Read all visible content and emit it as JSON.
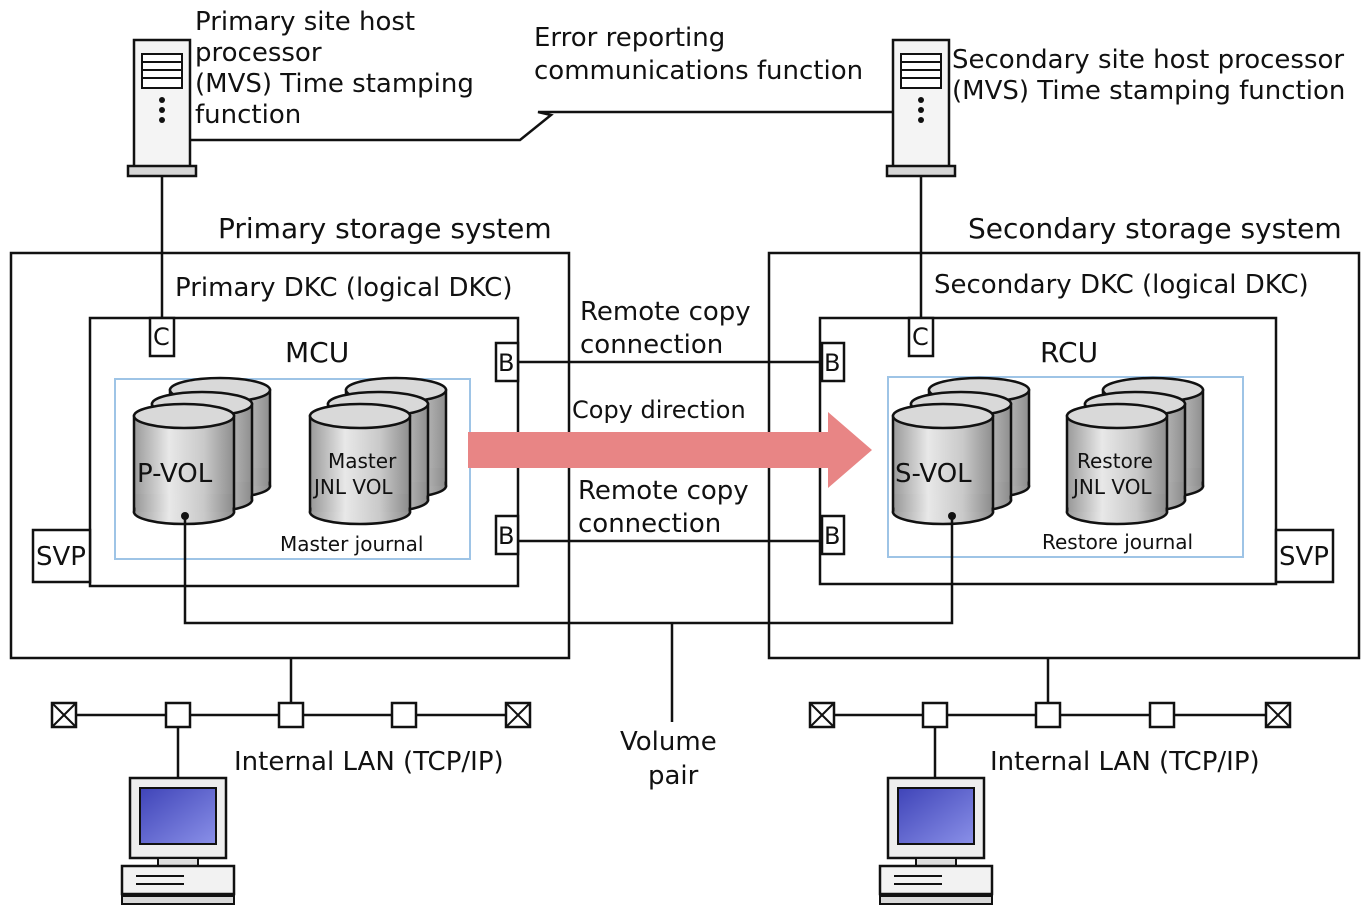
{
  "hosts": {
    "primary": [
      "Primary site host",
      "processor",
      "(MVS) Time stamping",
      "function"
    ],
    "secondary": [
      "Secondary site host processor",
      "(MVS) Time stamping function"
    ]
  },
  "error_reporting": [
    "Error reporting",
    "communications function"
  ],
  "systems": {
    "primary_title": "Primary storage system",
    "secondary_title": "Secondary storage system",
    "primary_dkc": "Primary DKC (logical DKC)",
    "secondary_dkc": "Secondary DKC (logical DKC)",
    "mcu": "MCU",
    "rcu": "RCU",
    "svp": "SVP"
  },
  "volumes": {
    "pvol": "P-VOL",
    "svol": "S-VOL",
    "master_jnl": [
      "Master",
      "JNL VOL"
    ],
    "restore_jnl": [
      "Restore",
      "JNL VOL"
    ],
    "master_journal": "Master journal",
    "restore_journal": "Restore journal"
  },
  "ports": {
    "c": "C",
    "b": "B"
  },
  "links": {
    "remote_copy": [
      "Remote copy",
      "connection"
    ],
    "copy_direction": "Copy direction",
    "volume_pair": [
      "Volume",
      "pair"
    ]
  },
  "lan": "Internal LAN (TCP/IP)",
  "colors": {
    "arrow": "#e88585",
    "group_border": "#9ec4e6",
    "cylinder_light": "#e6e6e6",
    "cylinder_dark": "#a8a8a8",
    "screen": "#5a5fc9"
  }
}
